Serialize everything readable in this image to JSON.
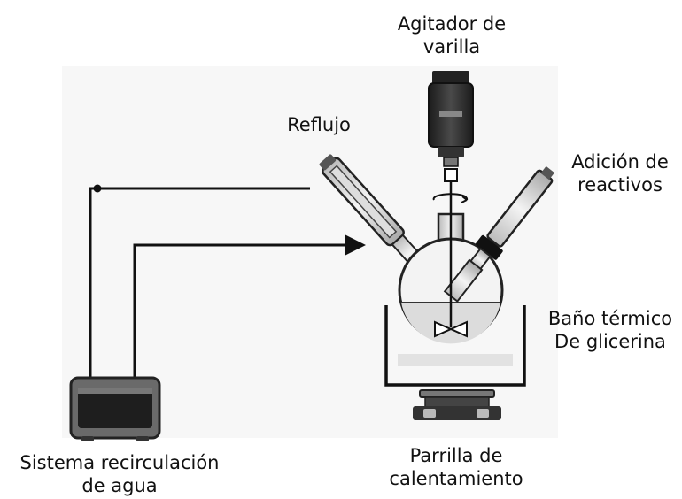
{
  "labels": {
    "stirrer": {
      "line1": "Agitador de",
      "line2": "varilla"
    },
    "reflux": "Reflujo",
    "reagents": {
      "line1": "Adición de",
      "line2": "reactivos"
    },
    "bath": {
      "line1": "Baño térmico",
      "line2": "De glicerina"
    },
    "hotplate": {
      "line1": "Parrilla de",
      "line2": "calentamiento"
    },
    "recirculation": {
      "line1": "Sistema recirculación",
      "line2": "de agua"
    }
  }
}
